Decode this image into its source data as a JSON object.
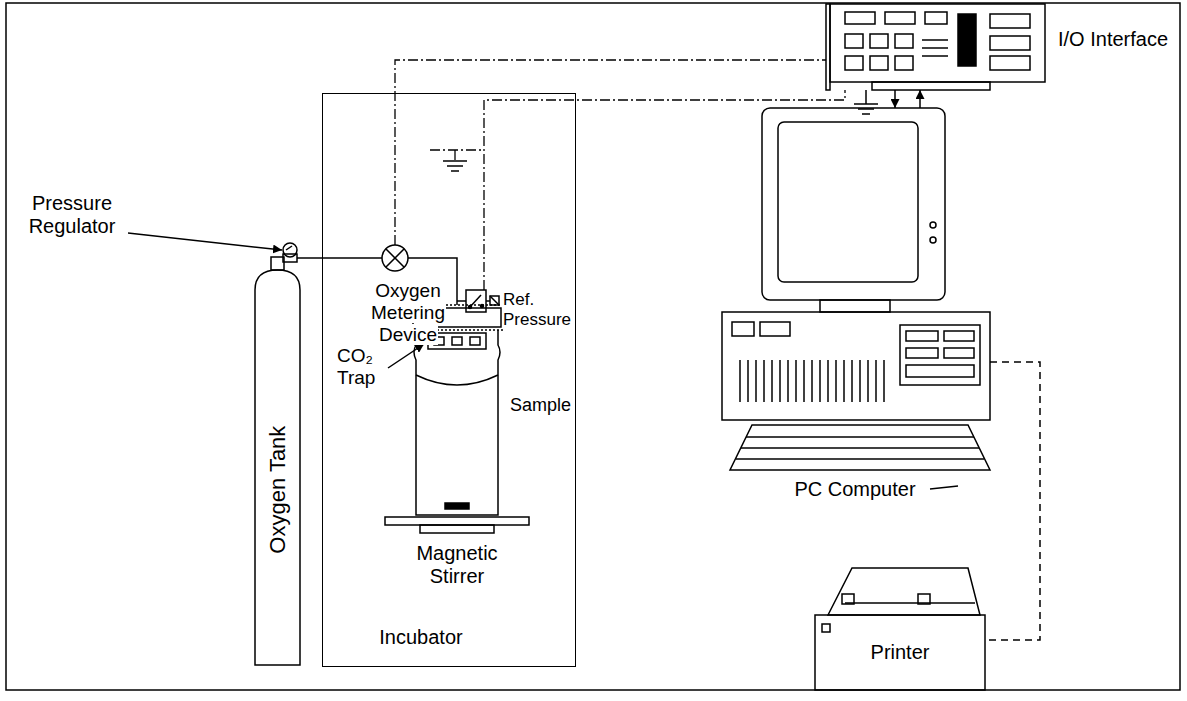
{
  "diagram": {
    "nodes": [
      {
        "text": [
          "Incubator"
        ]
      },
      {
        "text": [
          "Oxygen Tank"
        ]
      },
      {
        "text": [
          "I/O Interface"
        ]
      },
      {
        "text": [
          "PC Computer"
        ]
      },
      {
        "text": [
          "Printer"
        ]
      }
    ],
    "edges": [
      {
        "from": 2,
        "to": 3,
        "arrow": "to"
      },
      {
        "from": 3,
        "to": 2,
        "arrow": "to"
      },
      {
        "from": 3,
        "to": 4,
        "arrow": "none"
      }
    ],
    "labels": [
      "Pressure Regulator",
      "Oxygen Metering Device",
      "Ref. Pressure",
      "CO₂ Trap",
      "Sample",
      "Magnetic Stirrer"
    ]
  }
}
